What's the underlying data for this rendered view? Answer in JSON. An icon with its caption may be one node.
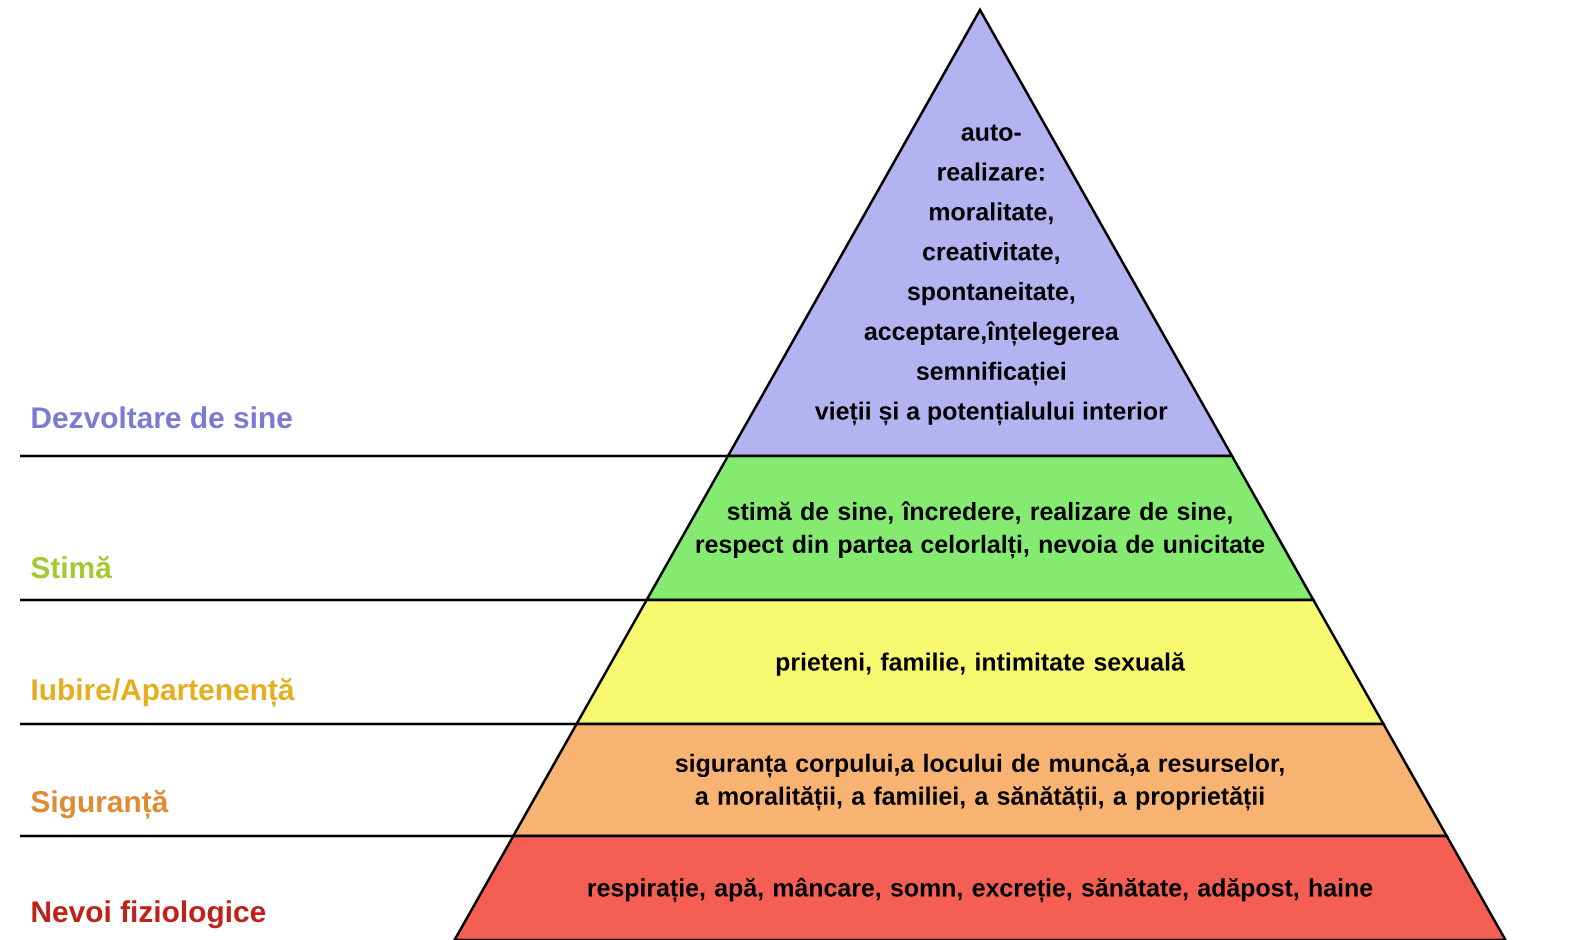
{
  "diagram": {
    "nodes": [
      {
        "text": [
          "auto-realizare: moralitate, creativitate, spontaneitate, acceptare,înțelegerea semnificației vieții și a potențialului interior"
        ]
      },
      {
        "text": [
          "stimă de sine, încredere, realizare de sine, respect din partea celorlalți, nevoia de unicitate"
        ]
      },
      {
        "text": [
          "prieteni, familie, intimitate sexuală"
        ]
      },
      {
        "text": [
          "siguranța corpului,a locului de muncă,a resurselor, a moralității, a familiei, a sănătății, a proprietății"
        ]
      },
      {
        "text": [
          "respirație, apă, mâncare, somn, excreție, sănătate, adăpost, haine"
        ]
      }
    ],
    "labels": [
      "Dezvoltare de sine",
      "Stimă",
      "Iubire/Apartenență",
      "Siguranță",
      "Nevoi fiziologice"
    ]
  }
}
